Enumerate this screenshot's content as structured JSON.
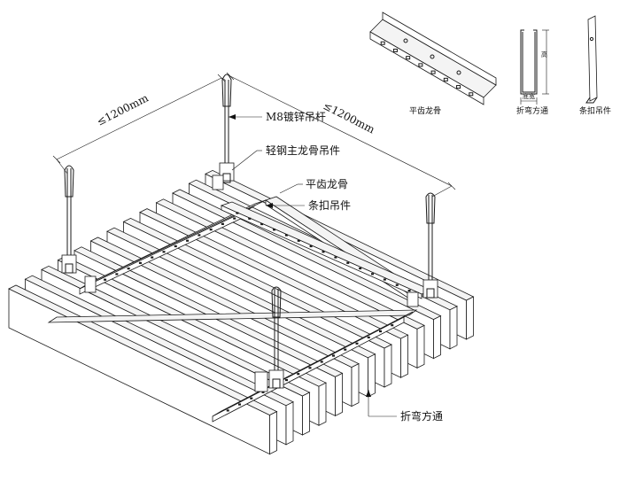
{
  "labels": {
    "hanger_rod": "M8镀锌吊杆",
    "main_keel_hanger": "轻钢主龙骨吊件",
    "flat_tooth_keel": "平齿龙骨",
    "strip_clip_hanger": "条扣吊件",
    "folded_square_tube": "折弯方通"
  },
  "dimensions": {
    "left_span": "≤1200mm",
    "right_span": "≤1200mm"
  },
  "detail_views": {
    "flat_tooth_keel": "平齿龙骨",
    "folded_square_tube": "折弯方通",
    "strip_clip_hanger": "条扣吊件",
    "height_mark": "高",
    "bottom_width_mark": "底宽"
  },
  "colors": {
    "line": "#1a1a1a",
    "background": "#ffffff"
  }
}
